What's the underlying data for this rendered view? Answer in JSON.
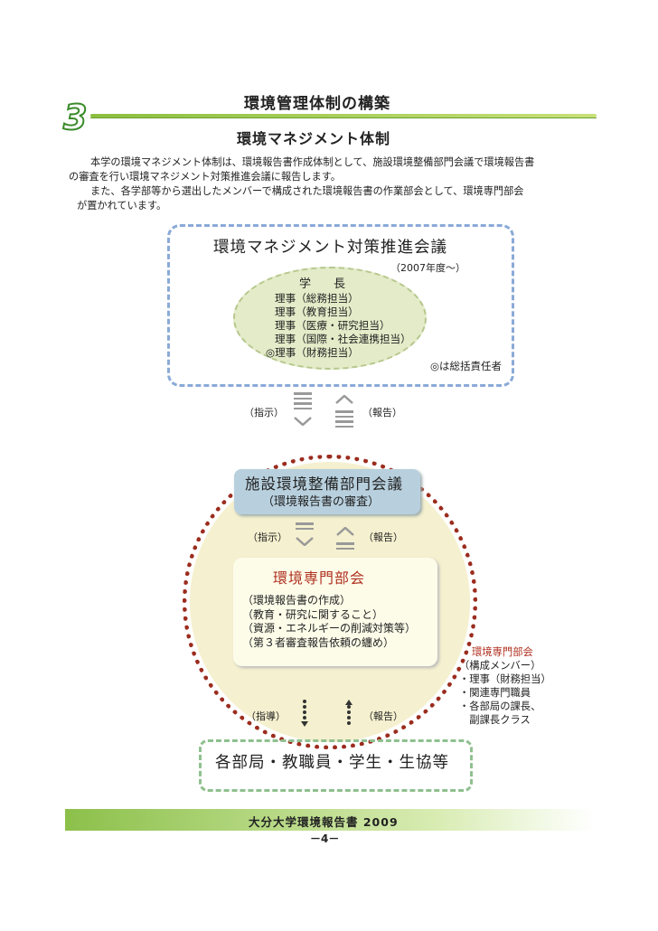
{
  "header": {
    "section_number": "3",
    "title": "環境管理体制の構築",
    "subtitle": "環境マネジメント体制"
  },
  "intro": {
    "paragraph1_line1": "本学の環境マネジメント体制は、環境報告書作成体制として、施設環境整備部門会議で環境報告書",
    "paragraph1_line2": "の審査を行い環境マネジメント対策推進会議に報告します。",
    "paragraph2_line1": "また、各学部等から選出したメンバーで構成された環境報告書の作業部会として、環境専門部会",
    "paragraph2_line2": "が置かれています。"
  },
  "council": {
    "name": "環境マネジメント対策推進会議",
    "since": "（2007年度～）",
    "president": "学　長",
    "members": [
      "理事（総務担当）",
      "理事（教育担当）",
      "理事（医療・研究担当）",
      "理事（国際・社会連携担当）",
      "◎理事（財務担当）"
    ],
    "note": "◎は総括責任者"
  },
  "flow1": {
    "instruct": "（指示）",
    "report": "（報告）"
  },
  "facility": {
    "name": "施設環境整備部門会議",
    "role": "（環境報告書の審査）"
  },
  "flow2": {
    "instruct": "（指示）",
    "report": "（報告）"
  },
  "env_dept": {
    "name": "環境専門部会",
    "tasks": [
      "（環境報告書の作成）",
      "（教育・研究に関すること）",
      "（資源・エネルギーの削減対策等）",
      "（第３者審査報告依頼の纏め）"
    ]
  },
  "side_note": {
    "title": "環境専門部会",
    "lines": [
      "（構成メンバー）",
      "・理事（財務担当）",
      "・関連専門職員",
      "・各部局の課長、",
      "　副課長クラス"
    ]
  },
  "flow3": {
    "guide": "（指導）",
    "report": "（報告）"
  },
  "groups": {
    "label": "各部局・教職員・学生・生協等"
  },
  "footer": {
    "report_title": "大分大学環境報告書 2009",
    "page_number": "－4－"
  }
}
